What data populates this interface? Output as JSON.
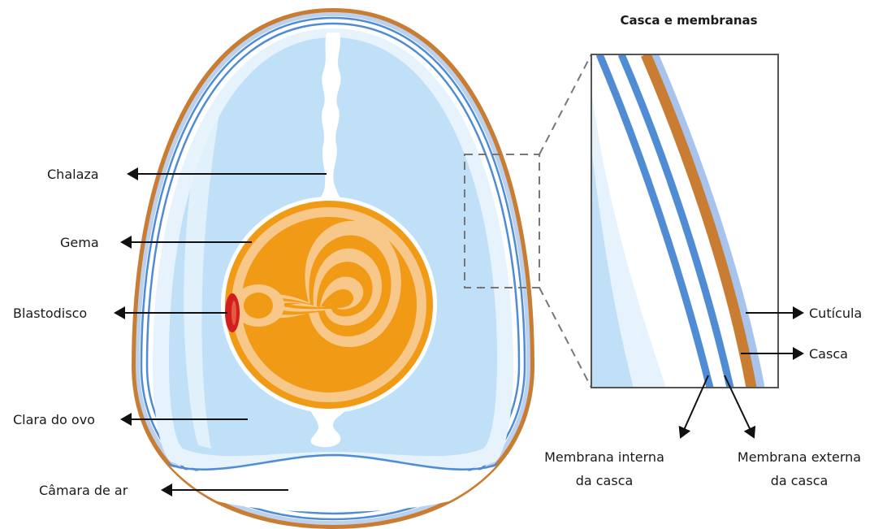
{
  "title": "Casca e membranas",
  "labels": {
    "chalaza": "Chalaza",
    "gema": "Gema",
    "blastodisco": "Blastodisco",
    "clara": "Clara do ovo",
    "camara": "Câmara de ar",
    "cuticula": "Cutícula",
    "casca": "Casca",
    "membrana_interna_1": "Membrana interna",
    "membrana_interna_2": "da casca",
    "membrana_externa_1": "Membrana externa",
    "membrana_externa_2": "da casca"
  },
  "colors": {
    "shell": "#c97d33",
    "cuticle": "#a9c4ec",
    "membrane": "#4f8cd3",
    "albumen_outer": "#e6f3fc",
    "albumen_inner": "#bfe0f7",
    "yolk_outer": "#f19a16",
    "yolk_inner": "#f7c88a",
    "blastodisc": "#d11f1f"
  }
}
